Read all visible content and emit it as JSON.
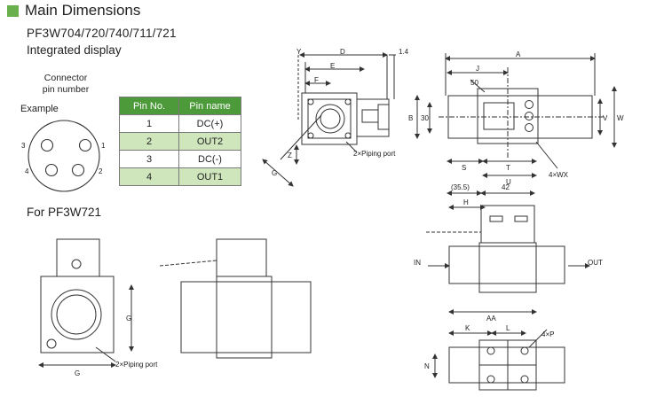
{
  "section": {
    "title": "Main Dimensions",
    "models": "PF3W704/720/740/711/721",
    "display_type": "Integrated display",
    "alt_models": "For PF3W721"
  },
  "connector": {
    "label": "Connector pin number",
    "example": "Example",
    "pins": [
      "1",
      "2",
      "3",
      "4"
    ]
  },
  "pin_table": {
    "headers": [
      "Pin No.",
      "Pin name"
    ],
    "rows": [
      {
        "no": "1",
        "name": "DC(+)"
      },
      {
        "no": "2",
        "name": "OUT2"
      },
      {
        "no": "3",
        "name": "DC(-)"
      },
      {
        "no": "4",
        "name": "OUT1"
      }
    ]
  },
  "dim_labels": {
    "Y": "Y",
    "D": "D",
    "t14": "1.4",
    "E": "E",
    "F": "F",
    "Z": "Z",
    "G": "G",
    "piping": "2×Piping port",
    "A": "A",
    "J": "J",
    "R50": "50",
    "B": "B",
    "d30": "30",
    "V": "V",
    "W": "W",
    "S": "S",
    "T": "T",
    "U": "U",
    "WX": "4×WX",
    "d355": "(35.5)",
    "d42": "42",
    "H": "H",
    "IN": "IN",
    "OUT": "OUT",
    "AA": "AA",
    "K": "K",
    "L": "L",
    "P": "4×P",
    "N": "N"
  },
  "colors": {
    "accent": "#6ab04c",
    "table_header": "#4d9a3a",
    "table_row_alt": "#cfe6bd"
  }
}
